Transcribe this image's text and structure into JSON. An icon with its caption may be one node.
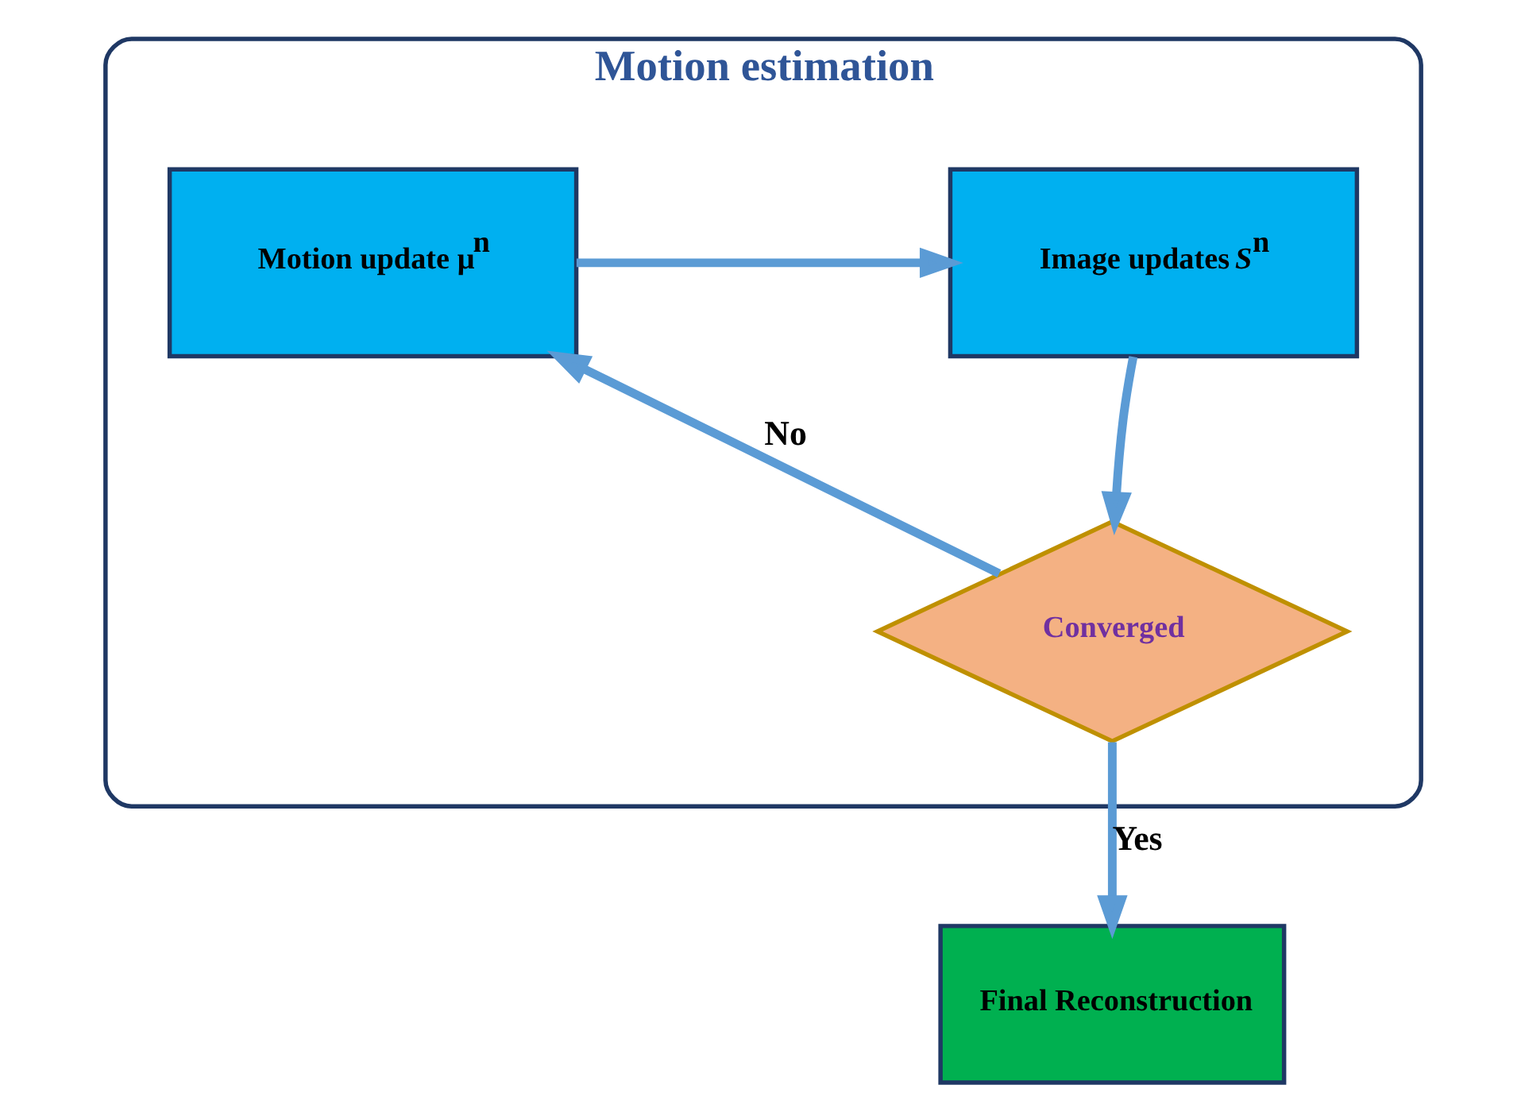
{
  "diagram": {
    "nodes": [
      {
        "text": [
          "Motion estimation"
        ]
      },
      {
        "text": [
          "Motion update μ$^{n}$"
        ],
        "in": 0
      },
      {
        "text": [
          "Image updates *S*$^{n}$"
        ],
        "in": 0
      },
      {
        "text": [
          "Converged"
        ],
        "in": 0
      },
      {
        "text": [
          "Final Reconstruction"
        ]
      }
    ],
    "edges": [
      {
        "from": 1,
        "to": 2,
        "arrow": "to"
      },
      {
        "from": 2,
        "to": 3,
        "arrow": "to"
      },
      {
        "from": 3,
        "to": 1,
        "arrow": "to",
        "label": "No"
      },
      {
        "from": 3,
        "to": 4,
        "arrow": "to",
        "label": "Yes"
      }
    ]
  }
}
